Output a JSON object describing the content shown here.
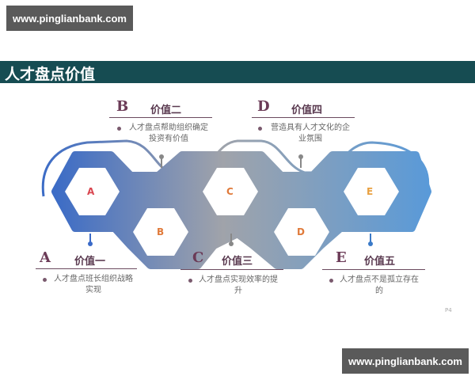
{
  "watermark_top": "www.pinglianbank.com",
  "watermark_bottom": "www.pinglianbank.com",
  "banner": {
    "title": "人才盘点价值",
    "color": "#164c52"
  },
  "hexagons": [
    {
      "letter": "A",
      "color": "#d9454f"
    },
    {
      "letter": "B",
      "color": "#e07a3a"
    },
    {
      "letter": "C",
      "color": "#e07a3a"
    },
    {
      "letter": "D",
      "color": "#e07a3a"
    },
    {
      "letter": "E",
      "color": "#e8a040"
    }
  ],
  "values": [
    {
      "letter": "A",
      "title": "价值一",
      "desc_line1": "人才盘点班长组织战略",
      "desc_line2": "实现"
    },
    {
      "letter": "B",
      "title": "价值二",
      "desc_line1": "人才盘点帮助组织确定",
      "desc_line2": "投资有价值"
    },
    {
      "letter": "C",
      "title": "价值三",
      "desc_line1": "人才盘点实现效率的提",
      "desc_line2": "升"
    },
    {
      "letter": "D",
      "title": "价值四",
      "desc_line1": "营造具有人才文化的企",
      "desc_line2": "业氛围"
    },
    {
      "letter": "E",
      "title": "价值五",
      "desc_line1": "人才盘点不是孤立存在",
      "desc_line2": "的"
    }
  ],
  "page_number": "P4",
  "gradient": {
    "left": "#3f6fc4",
    "mid": "#a0a3ab",
    "right": "#5b9bd5"
  }
}
